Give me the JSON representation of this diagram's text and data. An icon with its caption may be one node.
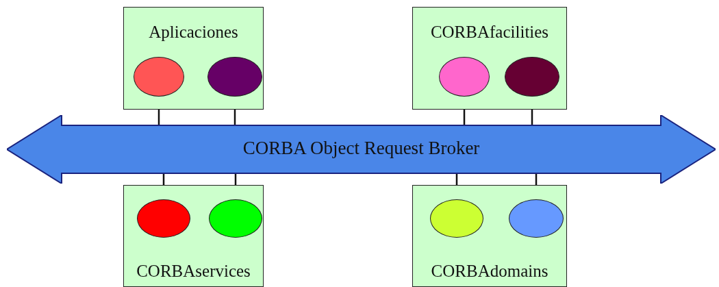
{
  "diagram": {
    "nodes": [
      {
        "text": [
          "Aplicaciones"
        ]
      },
      {
        "text": [],
        "shape": "ellipse",
        "in": 0
      },
      {
        "text": [],
        "shape": "ellipse",
        "in": 0
      },
      {
        "text": [
          "CORBAfacilities"
        ]
      },
      {
        "text": [],
        "shape": "ellipse",
        "in": 3
      },
      {
        "text": [],
        "shape": "ellipse",
        "in": 3
      },
      {
        "text": [
          "CORBA Object Request Broker"
        ]
      },
      {
        "text": [
          "CORBAservices"
        ]
      },
      {
        "text": [],
        "shape": "ellipse",
        "in": 7
      },
      {
        "text": [],
        "shape": "ellipse",
        "in": 7
      },
      {
        "text": [
          "CORBAdomains"
        ]
      },
      {
        "text": [],
        "shape": "ellipse",
        "in": 10
      },
      {
        "text": [],
        "shape": "ellipse",
        "in": 10
      }
    ],
    "edges": [
      {
        "from": 1,
        "to": 6,
        "arrow": "none"
      },
      {
        "from": 2,
        "to": 6,
        "arrow": "none"
      },
      {
        "from": 4,
        "to": 6,
        "arrow": "none"
      },
      {
        "from": 5,
        "to": 6,
        "arrow": "none"
      },
      {
        "from": 6,
        "to": 8,
        "arrow": "none"
      },
      {
        "from": 6,
        "to": 9,
        "arrow": "none"
      },
      {
        "from": 6,
        "to": 11,
        "arrow": "none"
      },
      {
        "from": 6,
        "to": 12,
        "arrow": "none"
      }
    ]
  }
}
